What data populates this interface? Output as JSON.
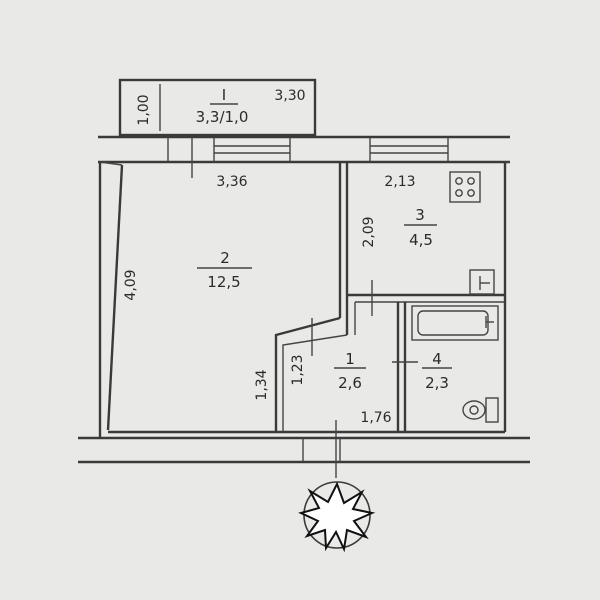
{
  "balcony": {
    "number": "I",
    "area": "3,3/1,0",
    "dim_width": "3,30",
    "dim_depth": "1,00"
  },
  "rooms": [
    {
      "number": "2",
      "area": "12,5",
      "dim_width": "3,36",
      "dim_height": "4,09"
    },
    {
      "number": "3",
      "area": "4,5",
      "dim_width": "2,13",
      "dim_height": "2,09"
    },
    {
      "number": "1",
      "area": "2,6",
      "dim_width": "1,76",
      "dim_height_a": "1,23",
      "dim_height_b": "1,34"
    },
    {
      "number": "4",
      "area": "2,3"
    }
  ],
  "icons": {
    "stove": "stove-icon",
    "toilet": "toilet-icon",
    "bathtub": "bathtub-icon",
    "sink": "sink-icon",
    "entrance": "entrance-starburst-icon"
  },
  "colors": {
    "paper": "#e9e9e7",
    "ink": "#3a3a3a",
    "wall_fill": "#f4f4f2"
  }
}
